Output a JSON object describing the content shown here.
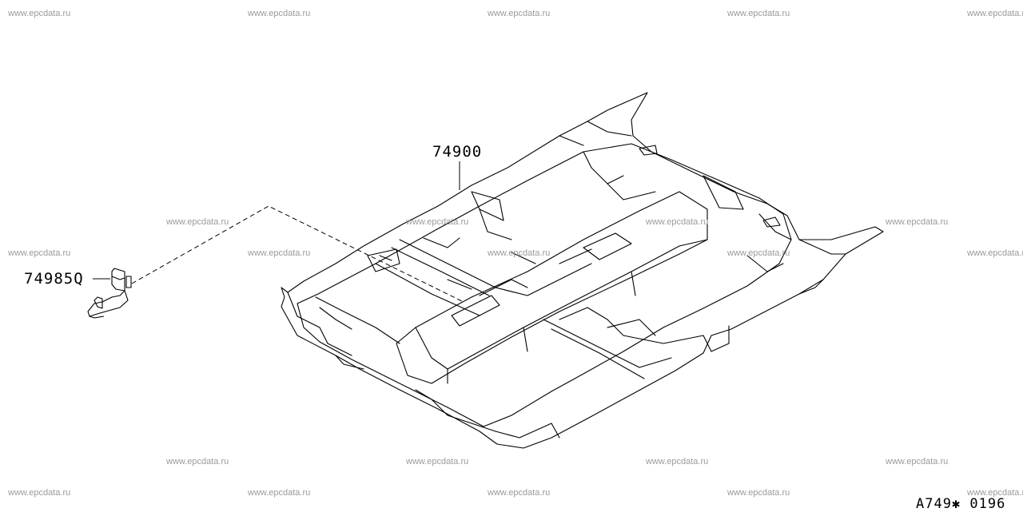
{
  "watermark": "www.epcdata.ru",
  "parts": {
    "floor_carpet": "74900",
    "clip": "74985Q"
  },
  "figure_code": "A749✱ 0196",
  "colors": {
    "line": "#000000",
    "watermark": "#9a9a9a",
    "background": "#ffffff"
  }
}
